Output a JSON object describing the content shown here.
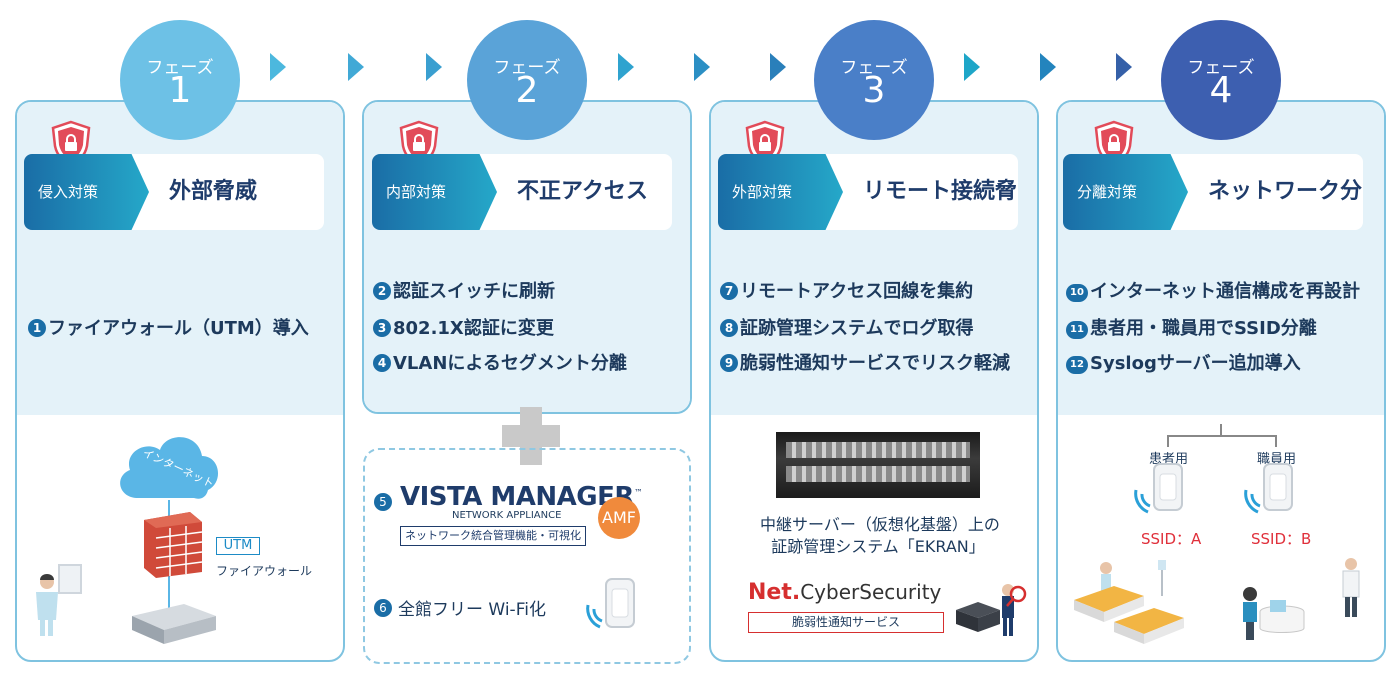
{
  "phases": [
    {
      "label": "フェーズ",
      "num": "1",
      "color": "#6dc1e6"
    },
    {
      "label": "フェーズ",
      "num": "2",
      "color": "#5aa3d8"
    },
    {
      "label": "フェーズ",
      "num": "3",
      "color": "#4a7fc8"
    },
    {
      "label": "フェーズ",
      "num": "4",
      "color": "#3d5fb0"
    }
  ],
  "panels": [
    {
      "tag": "侵入対策",
      "title": "外部脅威",
      "items": [
        {
          "n": "1",
          "text": "ファイアウォール（UTM）導入"
        }
      ]
    },
    {
      "tag": "内部対策",
      "title": "不正アクセス",
      "items": [
        {
          "n": "2",
          "text": "認証スイッチに刷新"
        },
        {
          "n": "3",
          "text": "802.1X認証に変更"
        },
        {
          "n": "4",
          "text": "VLANによるセグメント分離"
        }
      ]
    },
    {
      "tag": "外部対策",
      "title": "リモート接続脅威",
      "items": [
        {
          "n": "7",
          "text": "リモートアクセス回線を集約"
        },
        {
          "n": "8",
          "text": "証跡管理システムでログ取得"
        },
        {
          "n": "9",
          "text": "脆弱性通知サービスでリスク軽減"
        }
      ]
    },
    {
      "tag": "分離対策",
      "title": "ネットワーク分離",
      "items": [
        {
          "n": "10",
          "text": "インターネット通信構成を再設計"
        },
        {
          "n": "11",
          "text": "患者用・職員用でSSID分離"
        },
        {
          "n": "12",
          "text": "Syslogサーバー追加導入"
        }
      ]
    }
  ],
  "illus1": {
    "cloud": "インターネット",
    "utm": "UTM",
    "firewall": "ファイアウォール"
  },
  "illus2": {
    "n5": "5",
    "vista": "VISTA MANAGER",
    "tm": "™",
    "vista_sub": "NETWORK APPLIANCE",
    "vista_box": "ネットワーク統合管理機能・可視化",
    "amf": "AMF",
    "n6": "6",
    "wifi": "全館フリー Wi-Fi化"
  },
  "illus3": {
    "caption1": "中継サーバー（仮想化基盤）上の",
    "caption2": "証跡管理システム「EKRAN」",
    "net": "Net.",
    "cyber": "CyberSecurity",
    "service": "脆弱性通知サービス"
  },
  "illus4": {
    "patient": "患者用",
    "staff": "職員用",
    "ssid_a": "SSID：A",
    "ssid_b": "SSID：B"
  }
}
